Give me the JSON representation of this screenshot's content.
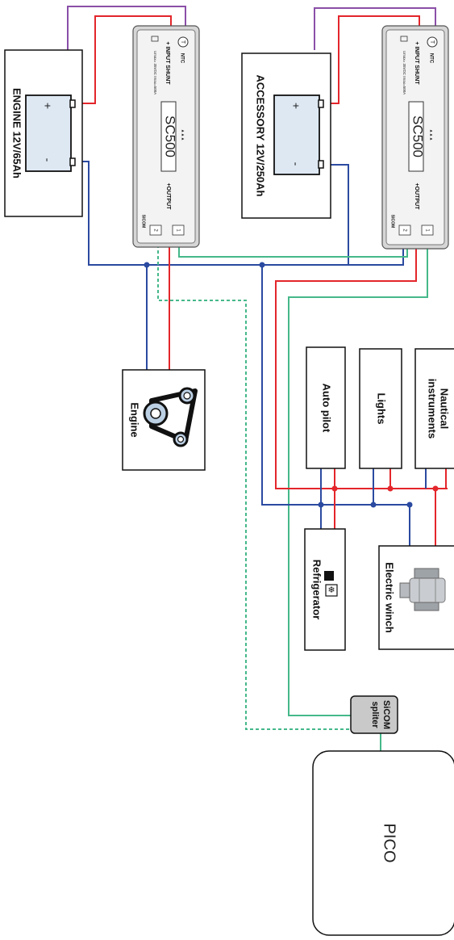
{
  "batteries": {
    "engine_label": "ENGINE 12V/65Ah",
    "accessory_label": "ACCESSORY 12V/250Ah",
    "plus": "+",
    "minus": "-"
  },
  "shunt": {
    "model": "SC500",
    "ntc": "NTC",
    "ntc_symbol": "T",
    "input": "+ INPUT SHUNT",
    "output": "+OUTPUT",
    "sicom": "SICOM",
    "port1": "1",
    "port2": "2",
    "spec_engine": "Umax= 35VDC Imax=500A",
    "spec_accessory": "Umax= 35VDC Imax=500A"
  },
  "loads": {
    "engine": "Engine",
    "auto_pilot": "Auto pilot",
    "lights": "Lights",
    "nautical_line1": "Nautical",
    "nautical_line2": "instruments",
    "refrigerator": "Refrigerator",
    "winch": "Electric winch"
  },
  "splitter": {
    "line1": "SiCOM",
    "line2": "spliter"
  },
  "pico": {
    "label": "PICO"
  },
  "colors": {
    "positive": "#e3262b",
    "negative": "#2b4aa0",
    "data": "#45b88a",
    "ntc_wire": "#8a4fa8",
    "battery_fill": "#dde8f3",
    "shunt_fill": "#d6d6d6"
  }
}
